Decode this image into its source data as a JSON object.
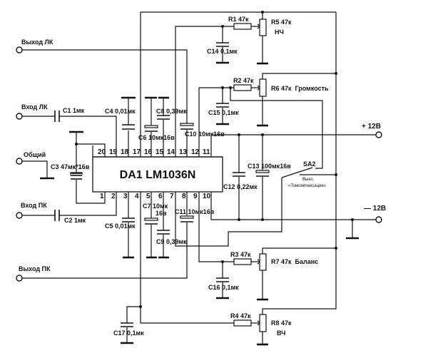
{
  "chip": {
    "title": "DA1 LM1036N",
    "top_pins": [
      "20",
      "19",
      "18",
      "17",
      "16",
      "15",
      "14",
      "13",
      "12",
      "11"
    ],
    "bottom_pins": [
      "1",
      "2",
      "3",
      "4",
      "5",
      "6",
      "7",
      "8",
      "9",
      "10"
    ]
  },
  "terminals": {
    "out_left": "Выход ЛК",
    "in_left": "Вход ЛК",
    "common": "Общий",
    "in_right": "Вход ПК",
    "out_right": "Выход ПК",
    "plus12": "+ 12В",
    "minus12": "— 12В"
  },
  "capacitors": {
    "c1": "C1 1мк",
    "c2": "C2 1мк",
    "c3": "C3 47мк*16в",
    "c4": "C4 0,01мк",
    "c5": "C5 0,01мк",
    "c6": "C6 10мк16в",
    "c7a": "C7 10мк",
    "c7b": "16в",
    "c8": "C8 0,39мк",
    "c9": "C9 0,39мк",
    "c10": "C10 10мк16в",
    "c11": "C11 10мк16в",
    "c12": "C12 0,22мк",
    "c13": "C13 100мк16в",
    "c14": "C14 0,1мк",
    "c15": "C15 0,1мк",
    "c16": "C16 0,1мк",
    "c17": "C17 0,1мк"
  },
  "resistors": {
    "r1": "R1 47к",
    "r2": "R2 47к",
    "r3": "R3 47к",
    "r4": "R4 47к",
    "r5": "R5 47к",
    "r5_func": "НЧ",
    "r6": "R6 47к  Громкость",
    "r7": "R7 47к  Баланс",
    "r8": "R8 47к",
    "r8_func": "ВЧ"
  },
  "switch": {
    "name": "SA2",
    "caption1": "Выкл.",
    "caption2": "«Тонкомпенсация»"
  }
}
